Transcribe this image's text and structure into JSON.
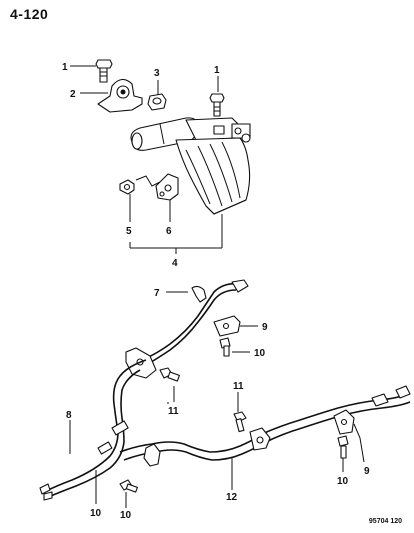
{
  "page": {
    "title": "4-120",
    "footer": "95704  120"
  },
  "callouts": {
    "c1a": "1",
    "c2": "2",
    "c3": "3",
    "c1b": "1",
    "c5": "5",
    "c6": "6",
    "c4": "4",
    "c7": "7",
    "c9a": "9",
    "c10a": "10",
    "c11a": "11",
    "c11b": "11",
    "c8": "8",
    "c10b": "10",
    "c10c": "10",
    "c12": "12",
    "c10d": "10",
    "c9b": "9"
  }
}
